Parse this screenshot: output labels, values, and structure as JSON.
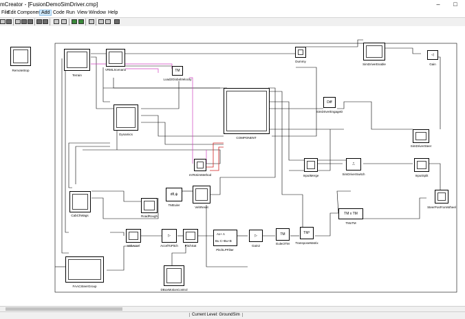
{
  "window": {
    "title": "mCreator - [FusionDemoSimDriver.cmp]"
  },
  "menu": {
    "items": [
      "File",
      "Edit",
      "Component",
      "Add",
      "Code",
      "Run",
      "View",
      "Window",
      "Help"
    ],
    "active": "Add"
  },
  "blocks": {
    "remote_stop": "RemoteStop",
    "terrain": "Terrain",
    "vrml_scenario": "VRMLScenario",
    "load2global": "Load2GlobalVelocity",
    "dummy": "Dummy",
    "sim_driver_enable": "SimDriverEnable",
    "gain": "Gain",
    "diff_text": "Diff",
    "sim_driver_engage": "SimDriverEngageD",
    "dynamics": "Dynamics",
    "component": "COMPONENT",
    "sim_driver_steer": "SimDriverSteer",
    "input_merge": "InputMerge",
    "sim_driver_switch": "SimDriverSwitch",
    "input_split": "InputSplit",
    "mtts": "mtTsSimMethod",
    "cab_chwags": "CabChWags",
    "tm_euler": "TMEuler",
    "ruler_text": "dθ,ψ",
    "road_rough": "RoadRough",
    "veh_reset": "VehReset",
    "tm_tm": "TMxTM",
    "tm_tm_text": "TM x TM",
    "steer_pos": "SteerPosFromWheel",
    "veh_accel": "VehAccel",
    "accel_to_pitch": "AccelToPitch",
    "pitch_sat": "PitchSat",
    "pitch_lpf": "PitchLPFilter",
    "lpf_top": "Ax+ A",
    "lpf_bottom": "Bu C+Bu+B",
    "gain2": "Gain2",
    "euler2tm": "Euler2TM",
    "transpose_matrix": "TransposeMatrix",
    "tm_text": "TM",
    "tm_t_text": "TMᵀ",
    "faac_steer": "FAACSteerGroup",
    "dbox_motion": "DBoxMotionControl"
  },
  "status": {
    "text": "Current Level: GroundSim"
  }
}
